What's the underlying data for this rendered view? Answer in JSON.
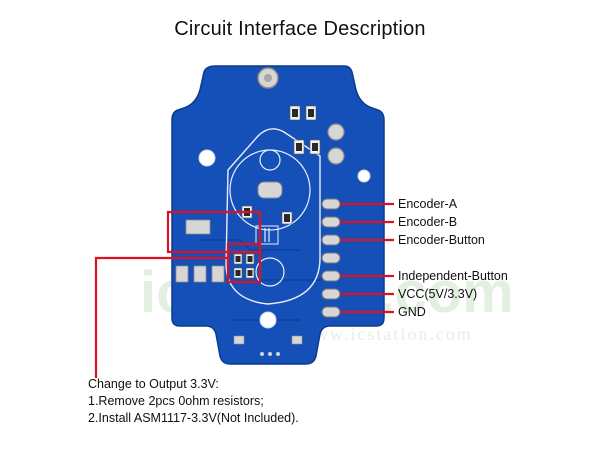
{
  "title": "Circuit Interface Description",
  "pins": [
    {
      "label": "Encoder-A"
    },
    {
      "label": "Encoder-B"
    },
    {
      "label": "Encoder-Button"
    },
    {
      "label": "Independent-Button"
    },
    {
      "label": "VCC(5V/3.3V)"
    },
    {
      "label": "GND"
    }
  ],
  "note": {
    "heading": "Change to Output 3.3V:",
    "step1": "1.Remove 2pcs 0ohm resistors;",
    "step2": "2.Install ASM1117-3.3V(Not Included)."
  },
  "watermark": {
    "brand": "icstation.com",
    "url": "www.icstation.com"
  },
  "colors": {
    "pcb": "#1450b8",
    "pcb_dark": "#0c3a8e",
    "silkscreen": "#e8eefc",
    "pad": "#c9c9c9",
    "callout": "#e01022",
    "text": "#111111"
  }
}
